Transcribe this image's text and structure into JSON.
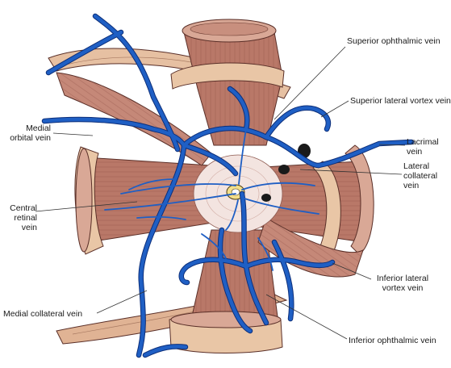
{
  "labels": {
    "superior_ophthalmic_vein": "Superior ophthalmic vein",
    "superior_lateral_vortex_vein": "Superior lateral vortex vein",
    "medial_orbital_vein": "Medial\norbital vein",
    "lacrimal_vein": "Lacrimal vein",
    "lateral_collateral_vein": "Lateral\ncollateral vein",
    "central_retinal_vein": "Central\nretinal vein",
    "inferior_lateral_vortex_vein": "Inferior lateral\nvortex vein",
    "medial_collateral_vein": "Medial collateral vein",
    "inferior_ophthalmic_vein": "Inferior ophthalmic vein"
  },
  "colors": {
    "vein": "#1f5fc4",
    "vein_outline": "#0d2f7a",
    "muscle": "#b97868",
    "muscle_light": "#d9a896",
    "tendon": "#e9c6a6",
    "leader": "#333333"
  }
}
